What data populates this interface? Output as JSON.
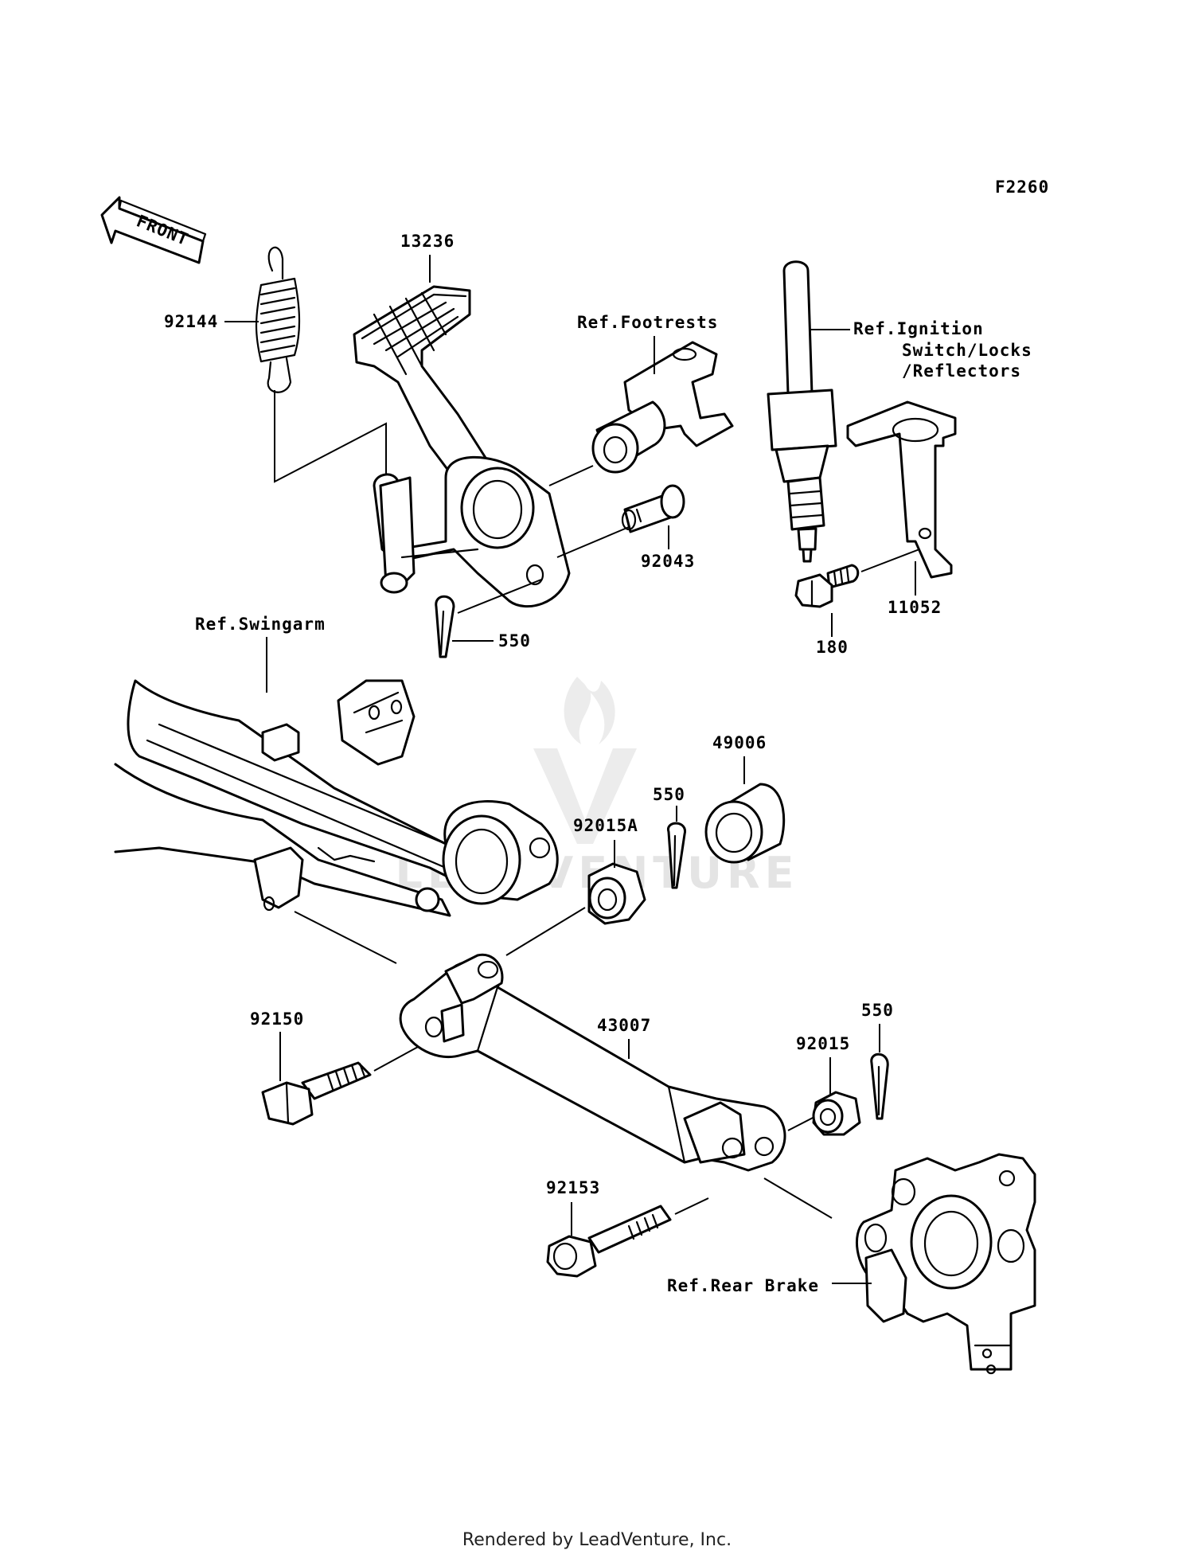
{
  "figure_code": "F2260",
  "front_label": "FRONT",
  "watermark": "LEADVENTURE",
  "footer": "Rendered by LeadVenture, Inc.",
  "callouts": {
    "p13236": "13236",
    "p92144": "92144",
    "ref_footrests": "Ref.Footrests",
    "ref_ignition_1": "Ref.Ignition",
    "ref_ignition_2": "Switch/Locks",
    "ref_ignition_3": "/Reflectors",
    "p92043": "92043",
    "p550_top": "550",
    "p180": "180",
    "p11052": "11052",
    "ref_swingarm": "Ref.Swingarm",
    "p49006": "49006",
    "p550_mid": "550",
    "p92015A": "92015A",
    "p92150": "92150",
    "p43007": "43007",
    "p550_right": "550",
    "p92015": "92015",
    "p92153": "92153",
    "ref_rear_brake": "Ref.Rear Brake"
  }
}
